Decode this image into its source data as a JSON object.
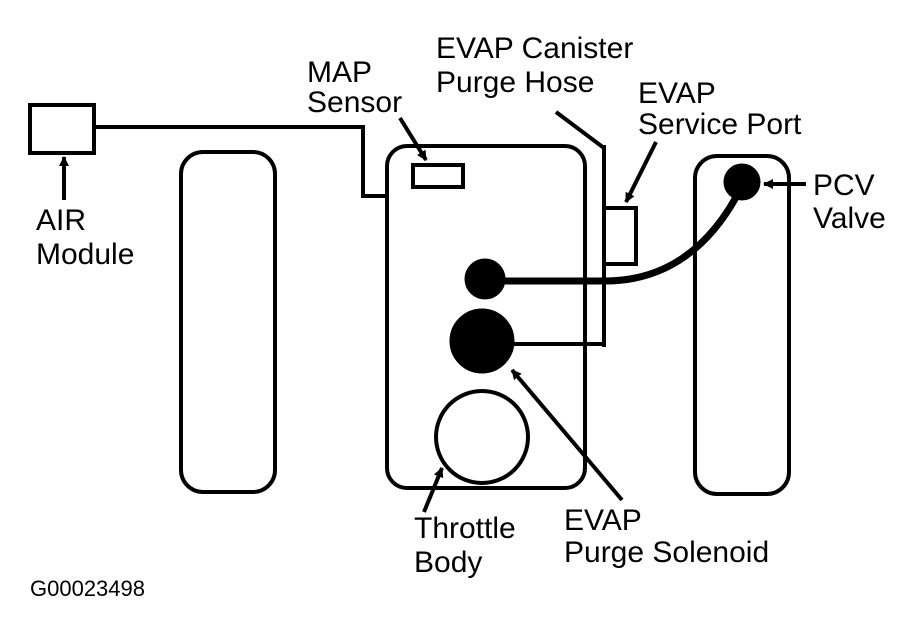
{
  "labels": {
    "map_sensor": [
      "MAP",
      "Sensor"
    ],
    "evap_canister_purge_hose": [
      "EVAP Canister",
      "Purge Hose"
    ],
    "evap_service_port": [
      "EVAP",
      "Service Port"
    ],
    "pcv_valve": [
      "PCV",
      "Valve"
    ],
    "air_module": [
      "AIR",
      "Module"
    ],
    "throttle_body": [
      "Throttle",
      "Body"
    ],
    "evap_purge_solenoid": [
      "EVAP",
      "Purge Solenoid"
    ]
  },
  "figure_id": "G00023498",
  "colors": {
    "ink": "#000000",
    "background": "#ffffff"
  }
}
